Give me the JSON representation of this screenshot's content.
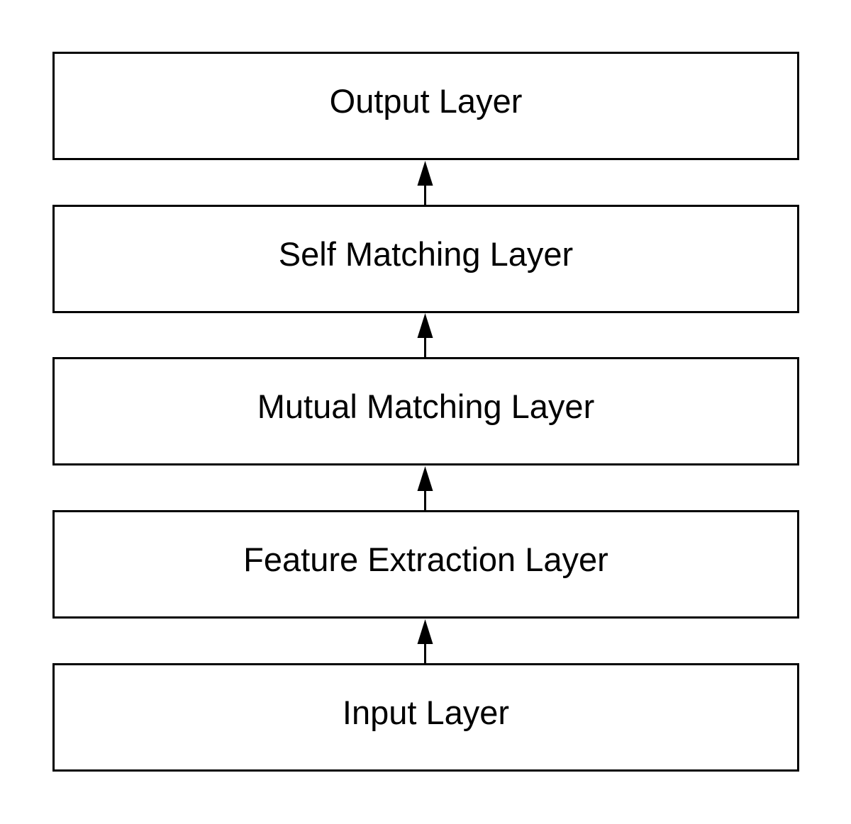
{
  "diagram": {
    "layers": [
      {
        "id": "output",
        "label": "Output Layer"
      },
      {
        "id": "self",
        "label": "Self Matching Layer"
      },
      {
        "id": "mutual",
        "label": "Mutual Matching Layer"
      },
      {
        "id": "feature",
        "label": "Feature Extraction Layer"
      },
      {
        "id": "input",
        "label": "Input Layer"
      }
    ],
    "edges": [
      {
        "from": "input",
        "to": "feature"
      },
      {
        "from": "feature",
        "to": "mutual"
      },
      {
        "from": "mutual",
        "to": "self"
      },
      {
        "from": "self",
        "to": "output"
      }
    ],
    "colors": {
      "stroke": "#000000",
      "fill": "#ffffff",
      "text": "#000000"
    }
  }
}
